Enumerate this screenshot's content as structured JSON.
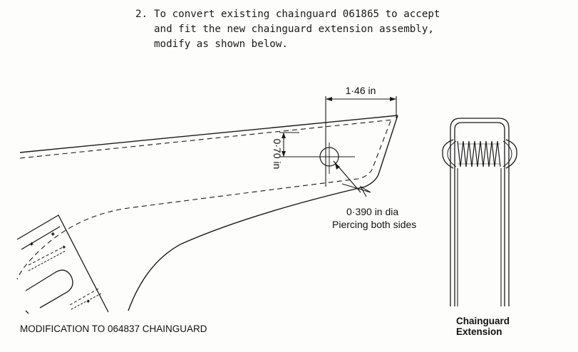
{
  "instruction": {
    "number": "2.",
    "lines": [
      "To convert existing chainguard 061865 to accept",
      "and fit the new chainguard extension assembly,",
      "modify as shown below."
    ]
  },
  "diagram": {
    "dimension_width": "1·46 in",
    "dimension_height": "0·70 in",
    "hole_label_line1": "0·390 in dia",
    "hole_label_line2": "Piercing both sides",
    "extension_label_line1": "Chainguard",
    "extension_label_line2": "Extension",
    "caption": "MODIFICATION TO 064837 CHAINGUARD"
  }
}
